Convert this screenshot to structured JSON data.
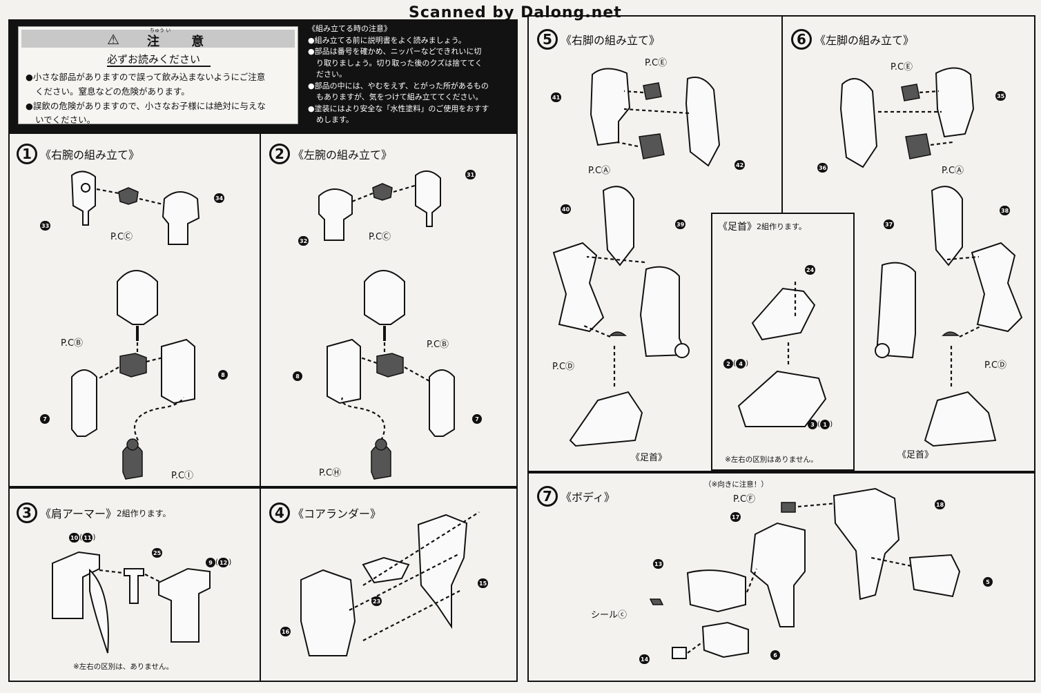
{
  "watermark": "Scanned by Dalong.net",
  "caution": {
    "title": "注 意",
    "title_ruby": "ちゅう い",
    "subtitle": "必ずお読みください",
    "items": [
      "●小さな部品がありますので誤って飲み込まないようにご注意",
      "ください。窒息などの危険があります。",
      "●誤飲の危険がありますので、小さなお子様には絶対に与えな",
      "いでください。"
    ]
  },
  "notes": {
    "heading": "《組み立てる時の注意》",
    "lines": [
      "●組み立てる前に説明書をよく読みましょう。",
      "●部品は番号を確かめ、ニッパーなどできれいに切",
      "り取りましょう。切り取った後のクズは捨ててく",
      "ださい。",
      "●部品の中には、やむをえず、とがった所があるもの",
      "もありますが、気をつけて組み立ててください。",
      "●塗装にはより安全な「水性塗料」のご使用をおすす",
      "めします。"
    ]
  },
  "steps": [
    {
      "num": "1",
      "title": "《右腕の組み立て》"
    },
    {
      "num": "2",
      "title": "《左腕の組み立て》"
    },
    {
      "num": "3",
      "title": "《肩アーマー》",
      "suffix": "2組作ります。"
    },
    {
      "num": "4",
      "title": "《コアランダー》"
    },
    {
      "num": "5",
      "title": "《右脚の組み立て》"
    },
    {
      "num": "6",
      "title": "《左脚の組み立て》"
    },
    {
      "num": "7",
      "title": "《ボディ》"
    }
  ],
  "ankle_box": {
    "title": "《足首》",
    "suffix": "2組作ります。",
    "note": "※左右の区別はありません。"
  },
  "labels": {
    "pc_c": "P.CⒸ",
    "pc_b": "P.CⒷ",
    "pc_i": "P.CⒾ",
    "pc_h": "P.CⒽ",
    "pc_e": "P.CⒺ",
    "pc_a": "P.CⒶ",
    "pc_d": "P.CⒹ",
    "pc_f": "P.CⒻ",
    "ankle": "《足首》",
    "no_lr": "※左右の区別は、ありません。",
    "direction_note": "（※向きに注意！）",
    "seal": "シールⓒ"
  },
  "parts": {
    "p33": "33",
    "p34": "34",
    "p32": "32",
    "p31": "31",
    "p8": "8",
    "p7": "7",
    "p10": "10",
    "p11": "11",
    "p25": "25",
    "p9": "9",
    "p12": "12",
    "p23": "23",
    "p15": "15",
    "p16": "16",
    "p41": "41",
    "p42": "42",
    "p40": "40",
    "p39": "39",
    "p35": "35",
    "p36": "36",
    "p37": "37",
    "p38": "38",
    "p24": "24",
    "p2": "2",
    "p4": "4",
    "p3": "3",
    "p1": "1",
    "p17": "17",
    "p18": "18",
    "p13": "13",
    "p14": "14",
    "p6": "6",
    "p5": "5"
  }
}
